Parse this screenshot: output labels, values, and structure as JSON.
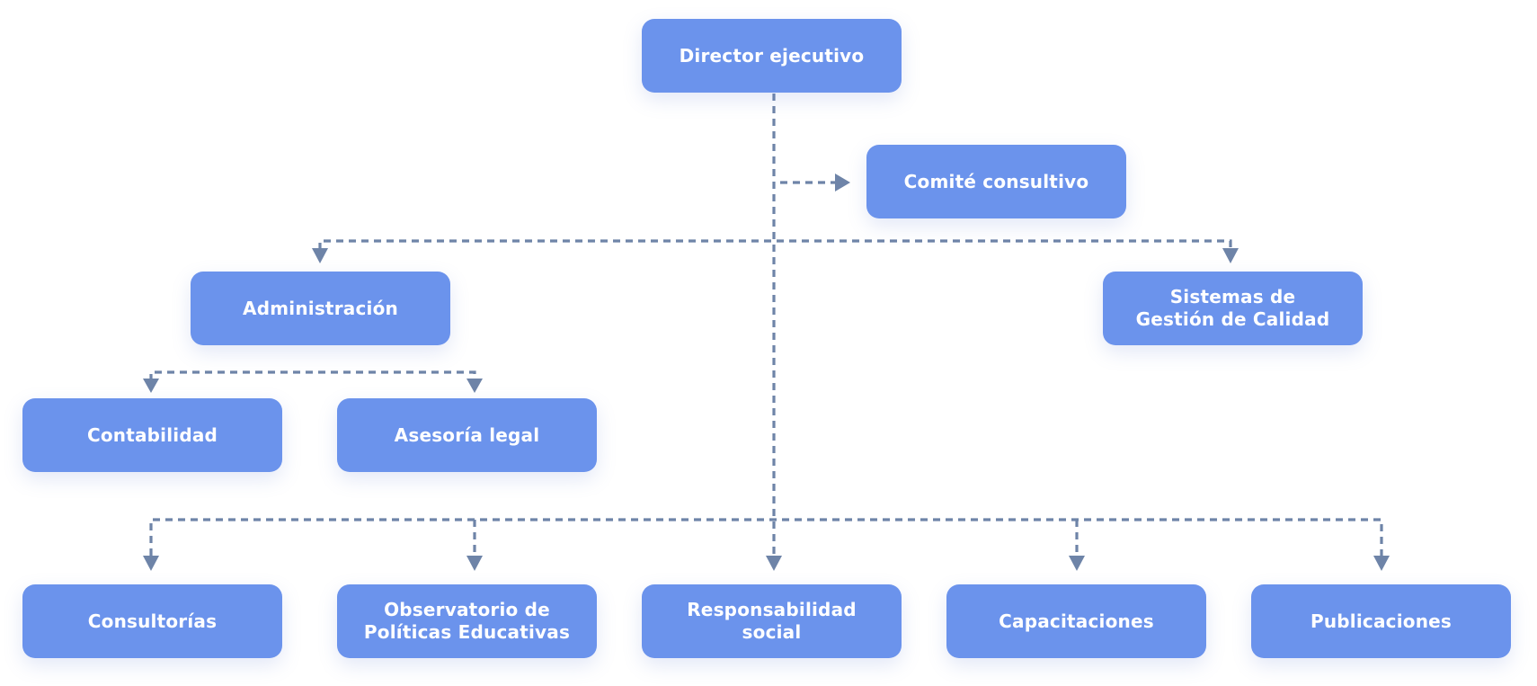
{
  "diagram": {
    "type": "org-chart",
    "colors": {
      "node_fill": "#6B93EC",
      "node_text": "#FFFFFF",
      "connector": "#6E84A8",
      "background": "#FFFFFF"
    },
    "nodes": {
      "director": {
        "label": "Director ejecutivo"
      },
      "comite": {
        "label": "Comité consultivo"
      },
      "administracion": {
        "label": "Administración"
      },
      "sistemas": {
        "label": "Sistemas de\nGestión de Calidad"
      },
      "contabilidad": {
        "label": "Contabilidad"
      },
      "asesoria": {
        "label": "Asesoría legal"
      },
      "consultorias": {
        "label": "Consultorías"
      },
      "observatorio": {
        "label": "Observatorio de\nPolíticas Educativas"
      },
      "responsabilidad": {
        "label": "Responsabilidad\nsocial"
      },
      "capacitaciones": {
        "label": "Capacitaciones"
      },
      "publicaciones": {
        "label": "Publicaciones"
      }
    },
    "edges": [
      {
        "from": "director",
        "to": "comite",
        "style": "dashed"
      },
      {
        "from": "director",
        "to": "administracion",
        "style": "dashed"
      },
      {
        "from": "director",
        "to": "sistemas",
        "style": "dashed"
      },
      {
        "from": "administracion",
        "to": "contabilidad",
        "style": "dashed"
      },
      {
        "from": "administracion",
        "to": "asesoria",
        "style": "dashed"
      },
      {
        "from": "director",
        "to": "consultorias",
        "style": "dashed"
      },
      {
        "from": "director",
        "to": "observatorio",
        "style": "dashed"
      },
      {
        "from": "director",
        "to": "responsabilidad",
        "style": "dashed"
      },
      {
        "from": "director",
        "to": "capacitaciones",
        "style": "dashed"
      },
      {
        "from": "director",
        "to": "publicaciones",
        "style": "dashed"
      }
    ]
  }
}
